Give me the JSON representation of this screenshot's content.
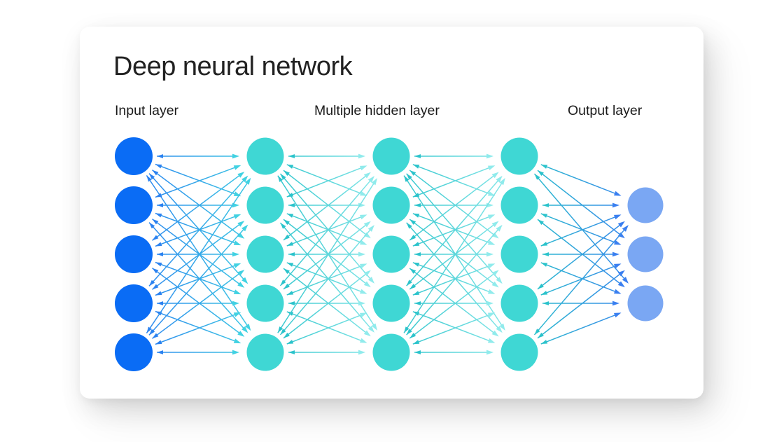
{
  "title": "Deep neural network",
  "labels": {
    "input": "Input layer",
    "hidden": "Multiple hidden layer",
    "output": "Output layer"
  },
  "network": {
    "type": "feedforward-fully-connected",
    "arrow_direction": "left-to-right",
    "layers": [
      {
        "id": "input",
        "role": "input",
        "nodes": 5,
        "node_color": "#0a6cf5"
      },
      {
        "id": "hidden-1",
        "role": "hidden",
        "nodes": 5,
        "node_color": "#3fd7d4"
      },
      {
        "id": "hidden-2",
        "role": "hidden",
        "nodes": 5,
        "node_color": "#3fd7d4"
      },
      {
        "id": "hidden-3",
        "role": "hidden",
        "nodes": 5,
        "node_color": "#3fd7d4"
      },
      {
        "id": "output",
        "role": "output",
        "nodes": 3,
        "node_color": "#7aa7f3"
      }
    ],
    "connections": [
      {
        "from": "input",
        "to": "hidden-1",
        "start_color": "#2b82f0",
        "end_color": "#41d2e2"
      },
      {
        "from": "hidden-1",
        "to": "hidden-2",
        "start_color": "#2bc3cb",
        "end_color": "#90ebec"
      },
      {
        "from": "hidden-2",
        "to": "hidden-3",
        "start_color": "#2bc3cb",
        "end_color": "#90ebec"
      },
      {
        "from": "hidden-3",
        "to": "output",
        "start_color": "#2bc3cb",
        "end_color": "#3a7ff0"
      }
    ]
  },
  "colors": {
    "page_bg": "#ffffff",
    "card_bg": "#ffffff",
    "title_color": "#212121",
    "label_color": "#1a1a1a"
  }
}
